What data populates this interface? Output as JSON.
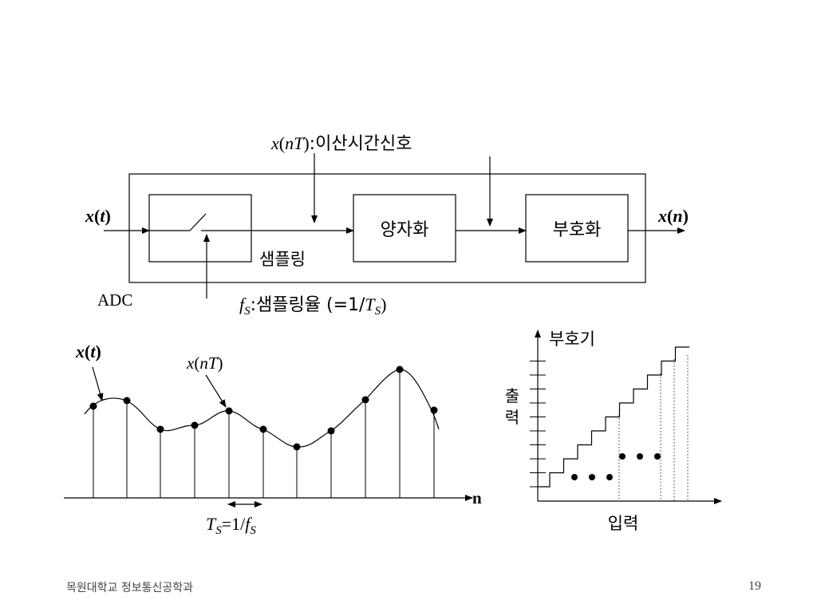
{
  "top_label": {
    "signal": "x",
    "arg": "nT",
    "desc": ":이산시간신호"
  },
  "input_label": {
    "signal": "x",
    "arg": "t"
  },
  "output_label": {
    "signal": "x",
    "arg": "n"
  },
  "adc_label": "ADC",
  "sampling_label": "샘플링",
  "quantizer_label": "양자화",
  "encoder_label": "부호화",
  "rate_label": {
    "symbol": "f",
    "sub": "S",
    "desc": ":샘플링율 (=1/",
    "t": "T",
    "tsub": "S",
    "close": ")"
  },
  "waveform": {
    "xt_label": {
      "signal": "x",
      "arg": "t"
    },
    "xnt_label": {
      "signal": "x",
      "arg": "nT"
    },
    "axis_label": "n",
    "period_label": {
      "t": "T",
      "tsub": "S",
      "eq": "=1/",
      "f": "f",
      "fsub": "S"
    }
  },
  "encoder_chart": {
    "title": "부호기",
    "ylabel": "출\n력",
    "xlabel": "입력"
  },
  "footer": {
    "institution": "목원대학교 정보통신공학과",
    "page_number": "19"
  }
}
